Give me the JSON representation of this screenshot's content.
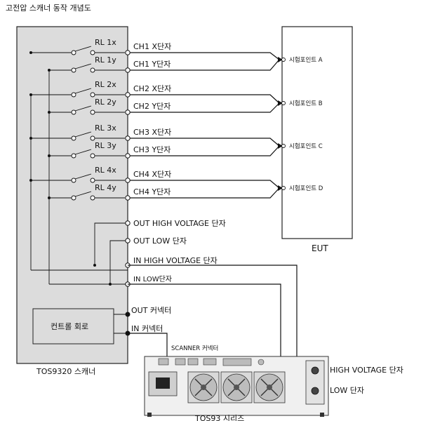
{
  "title": "고전압 스캐너 동작 개념도",
  "scanner": {
    "name": "TOS9320 스캐너",
    "control_circuit": "컨트롤 회로",
    "out_connector": "OUT  커넥터",
    "in_connector": "IN   커넥터"
  },
  "relays": [
    "RL 1x",
    "RL 1y",
    "RL 2x",
    "RL 2y",
    "RL 3x",
    "RL 3y",
    "RL 4x",
    "RL 4y"
  ],
  "channels": [
    "CH1  X단자",
    "CH1  Y단자",
    "CH2  X단자",
    "CH2   Y단자",
    "CH3    X단자",
    "CH3    Y단자",
    "CH4   X단자",
    "CH4   Y단자"
  ],
  "terminals": {
    "out_high": "OUT HIGH VOLTAGE  단자",
    "out_low": "OUT LOW 단자",
    "in_high": "IN HIGH VOLTAGE 단자",
    "in_low": "IN LOW단자"
  },
  "eut": {
    "label": "EUT",
    "test_points": [
      "시험포인트 A",
      "시험포인트 B",
      "시험포인트 C",
      "시험포인트 D"
    ]
  },
  "tester": {
    "name": "TOS93 시리즈",
    "scanner_connector": "SCANNER  커넥터",
    "high_terminal": "HIGH VOLTAGE 단자",
    "low_terminal": "LOW  단자"
  }
}
